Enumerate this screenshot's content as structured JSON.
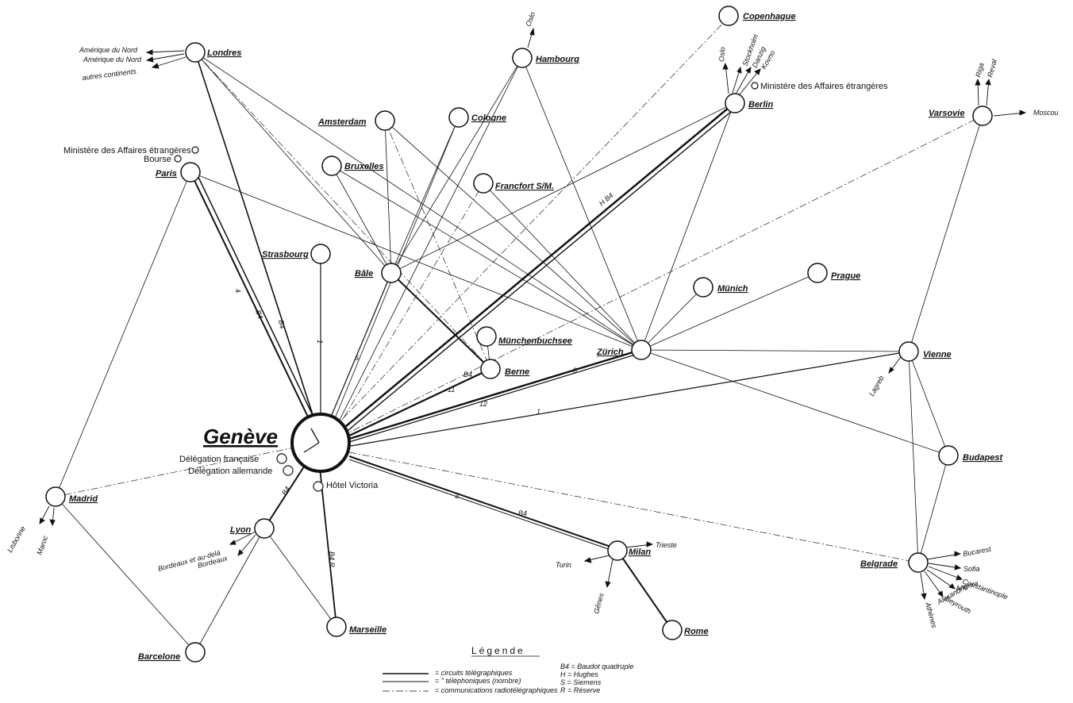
{
  "hub": {
    "label": "Genève"
  },
  "hub_annexes": [
    {
      "id": "delegation-francaise",
      "label": "Délégation française"
    },
    {
      "id": "delegation-allemande",
      "label": "Délégation allemande"
    },
    {
      "id": "hotel-victoria",
      "label": "Hôtel Victoria"
    }
  ],
  "cities": [
    {
      "id": "londres",
      "label": "Londres"
    },
    {
      "id": "paris",
      "label": "Paris"
    },
    {
      "id": "amsterdam",
      "label": "Amsterdam"
    },
    {
      "id": "bruxelles",
      "label": "Bruxelles"
    },
    {
      "id": "cologne",
      "label": "Cologne"
    },
    {
      "id": "hambourg",
      "label": "Hambourg"
    },
    {
      "id": "copenhague",
      "label": "Copenhague"
    },
    {
      "id": "berlin",
      "label": "Berlin"
    },
    {
      "id": "varsovie",
      "label": "Varsovie"
    },
    {
      "id": "francfort",
      "label": "Francfort S/M."
    },
    {
      "id": "strasbourg",
      "label": "Strasbourg"
    },
    {
      "id": "bale",
      "label": "Bâle"
    },
    {
      "id": "munich",
      "label": "Münich"
    },
    {
      "id": "prague",
      "label": "Prague"
    },
    {
      "id": "munchenbuchsee",
      "label": "Münchenbuchsee"
    },
    {
      "id": "berne",
      "label": "Berne"
    },
    {
      "id": "zurich",
      "label": "Zürich"
    },
    {
      "id": "vienne",
      "label": "Vienne"
    },
    {
      "id": "budapest",
      "label": "Budapest"
    },
    {
      "id": "belgrade",
      "label": "Belgrade"
    },
    {
      "id": "madrid",
      "label": "Madrid"
    },
    {
      "id": "lyon",
      "label": "Lyon"
    },
    {
      "id": "barcelone",
      "label": "Barcelone"
    },
    {
      "id": "marseille",
      "label": "Marseille"
    },
    {
      "id": "milan",
      "label": "Milan"
    },
    {
      "id": "rome",
      "label": "Rome"
    }
  ],
  "outbound": {
    "amerique_nord_1": "Amérique du Nord",
    "amerique_nord_2": "Amérique du Nord",
    "autres_continents": "autres continents",
    "oslo_hambourg": "Oslo",
    "oslo_berlin": "Oslo",
    "stockholm": "Stockholm",
    "danzig": "Danzig",
    "kovno": "Kovno",
    "ministere_berlin": "Ministère des Affaires étrangères",
    "ministere_paris": "Ministère des Affaires étrangères",
    "bourse": "Bourse",
    "riga": "Riga",
    "reval": "Reval",
    "moscou": "Moscou",
    "lisbonne": "Lisbonne",
    "maroc": "Maroc",
    "bordeaux_au_dela": "Bordeaux et au-delà",
    "bordeaux": "Bordeaux",
    "turin": "Turin",
    "trieste": "Trieste",
    "genes": "Gênes",
    "lagreb": "Lagreb",
    "bucarest": "Bucarest",
    "sofia": "Sofia",
    "constantinople": "Constantinople",
    "angora": "Angora",
    "beyrouth": "Beyrouth",
    "alexandrie": "Alexandrie",
    "athenes": "Athènes"
  },
  "link_codes": {
    "paris_1": "B4",
    "paris_2": "4",
    "londres": "B4",
    "strasbourg": "1",
    "bale": "6",
    "berne_1": "11",
    "berne_2": "B4",
    "zurich_1": "8",
    "zurich_2": "12",
    "vienne": "1",
    "berlin": "H B4",
    "milan_1": "3",
    "milan_2": "B4",
    "lyon": "B4",
    "marseille": "B4 R"
  },
  "legend": {
    "title": "Légende",
    "telegraph": "= circuits télégraphiques",
    "telephone": "= \" téléphoniques (nombre)",
    "radio": "= communications radiotélégraphiques",
    "b4": "B4 = Baudot quadruple",
    "h": "H = Hughes",
    "s": "S = Siemens",
    "r": "R = Réserve"
  }
}
